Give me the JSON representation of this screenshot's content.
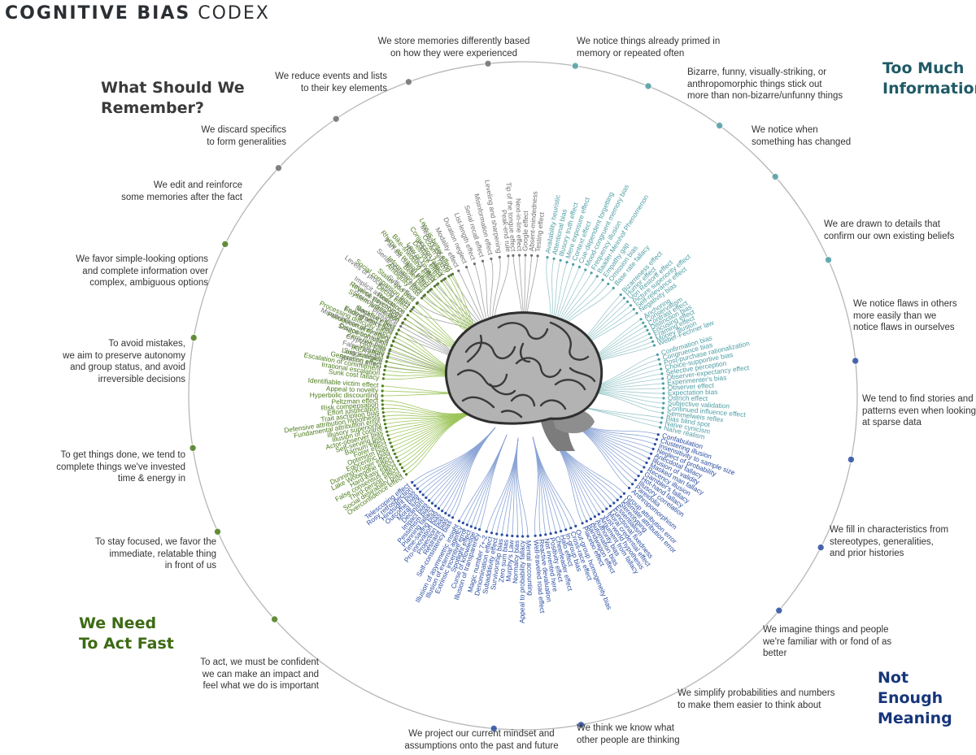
{
  "title": {
    "bold": "COGNITIVE BIAS",
    "light": "CODEX"
  },
  "quadrants": {
    "top_left": "What Should We\nRemember?",
    "top_right": "Too Much\nInformation",
    "bottom_left": "We Need\nTo Act Fast",
    "bottom_right": "Not Enough\nMeaning"
  },
  "colors": {
    "memory": "#6f7072",
    "information": "#4f9ea5",
    "meaning": "#2b4ea3",
    "act": "#4d7d1d",
    "act_branch": "#9dc55b",
    "memory_branch": "#a0a2a4",
    "info_branch": "#9cc9cc",
    "meaning_branch": "#8aa4d6"
  },
  "notes": [
    {
      "text": "We store memories differently based\non how they were experienced"
    },
    {
      "text": "We notice things already primed in\nmemory or repeated often"
    },
    {
      "text": "We reduce events and lists\nto their key elements"
    },
    {
      "text": "Bizarre, funny, visually-striking, or\nanthropomorphic things stick out\nmore than non-bizarre/unfunny things"
    },
    {
      "text": "We discard specifics\nto form generalities"
    },
    {
      "text": "We notice when\nsomething has changed"
    },
    {
      "text": "We edit and reinforce\nsome memories after the fact"
    },
    {
      "text": "We are drawn to details that\nconfirm our own existing beliefs"
    },
    {
      "text": "We favor simple-looking options\nand complete information over\ncomplex, ambiguous options"
    },
    {
      "text": "We notice flaws in others\nmore easily than we\nnotice flaws in ourselves"
    },
    {
      "text": "To avoid mistakes,\nwe aim to preserve autonomy\nand group status, and avoid\nirreversible decisions"
    },
    {
      "text": "We tend to find stories and\npatterns even when looking\nat sparse data"
    },
    {
      "text": "To get things done, we tend to\ncomplete things we've invested\ntime & energy in"
    },
    {
      "text": "We fill in characteristics from\nstereotypes, generalities,\nand prior histories"
    },
    {
      "text": "To stay focused, we favor the\nimmediate, relatable thing\nin front of us"
    },
    {
      "text": "We imagine things and people\nwe're familiar with or fond of as\nbetter"
    },
    {
      "text": "To act, we must be confident\nwe can make an impact and\nfeel what we do is important"
    },
    {
      "text": "We simplify probabilities and numbers\nto make them easier to think about"
    },
    {
      "text": "We project our current mindset and\nassumptions onto the past and future"
    },
    {
      "text": "We think we know what\nother people are thinking"
    }
  ],
  "groups": [
    {
      "color": "memory",
      "biases": [
        "Levels of processing effect",
        "Suffix effect",
        "Serial position effect",
        "Part-list cueing effect",
        "Recency effect",
        "Primacy effect",
        "Memory inhibition",
        "Modality effect",
        "Duration neglect",
        "List-length effect",
        "Serial recall effect",
        "Misinformation effect",
        "Leveling and sharpening",
        "Peak-end rule"
      ]
    },
    {
      "color": "memory",
      "biases": [
        "Tip of the tongue effect",
        "Next-in-line effect",
        "Google effect",
        "Absent-mindedness",
        "Testing effect"
      ]
    },
    {
      "color": "memory",
      "biases": [
        "Fading affect bias",
        "Negativity bias",
        "Prejudice",
        "Stereotypical bias",
        "Implicit stereotypes",
        "Implicit associations"
      ]
    },
    {
      "color": "memory",
      "biases": [
        "Spacing effect",
        "Suggestibility",
        "False memory",
        "Cryptomnesia",
        "Source confusion",
        "Misattribution of memory"
      ]
    },
    {
      "color": "information",
      "biases": [
        "Availability heuristic",
        "Attentional bias",
        "Illusory truth effect",
        "Mere exposure effect",
        "Context effect",
        "Cue-dependent forgetting",
        "Mood-congruent memory bias",
        "Frequency illusion",
        "Baader-Meinhof Phenomenon",
        "Empathy gap",
        "Omission bias",
        "Base rate fallacy"
      ]
    },
    {
      "color": "information",
      "biases": [
        "Bizarreness effect",
        "Humor effect",
        "Von Restorff effect",
        "Picture superiority effect",
        "Self-relevance effect",
        "Negativity bias"
      ]
    },
    {
      "color": "information",
      "biases": [
        "Anchoring",
        "Conservatism",
        "Contrast effect",
        "Distinction bias",
        "Focusing effect",
        "Framing effect",
        "Money illusion",
        "Weber-Fechner law"
      ]
    },
    {
      "color": "information",
      "biases": [
        "Confirmation bias",
        "Congruence bias",
        "Post-purchase rationalization",
        "Choice-supportive bias",
        "Selective perception",
        "Observer-expectancy effect",
        "Experimenter's bias",
        "Observer effect",
        "Expectation bias",
        "Ostrich effect",
        "Subjective validation",
        "Continued influence effect",
        "Semmelweis reflex"
      ]
    },
    {
      "color": "information",
      "biases": [
        "Bias blind spot",
        "Naïve cynicism",
        "Naïve realism"
      ]
    },
    {
      "color": "meaning",
      "biases": [
        "Confabulation",
        "Clustering illusion",
        "Insensitivity to sample size",
        "Neglect of probability",
        "Anecdotal fallacy",
        "Illusion of validity",
        "Masked man fallacy",
        "Recency illusion",
        "Gambler's fallacy",
        "Hot-hand fallacy",
        "Illusory correlation",
        "Pareidolia",
        "Anthropomorphism"
      ]
    },
    {
      "color": "meaning",
      "biases": [
        "Group attribution error",
        "Ultimate attribution error",
        "Stereotyping",
        "Essentialism",
        "Functional fixedness",
        "Moral credential effect",
        "Just-world hypothesis",
        "Argument from fallacy",
        "Authority bias",
        "Automation bias",
        "Bandwagon effect",
        "Placebo effect"
      ]
    },
    {
      "color": "meaning",
      "biases": [
        "Out-group homogeneity bias",
        "Cross-race effect",
        "In-group bias",
        "Halo effect",
        "Cheerleader effect",
        "Positivity effect",
        "Not invented here",
        "Reactive devaluation",
        "Well-traveled road effect"
      ]
    },
    {
      "color": "meaning",
      "biases": [
        "Mental accounting",
        "Appeal to probability fallacy",
        "Normalcy bias",
        "Murphy's Law",
        "Zero sum bias",
        "Survivorship bias",
        "Subadditivity effect",
        "Denomination effect",
        "Magic number 7+-2"
      ]
    },
    {
      "color": "meaning",
      "biases": [
        "Illusion of transparency",
        "Curse of knowledge",
        "Spotlight effect",
        "Extrinsic incentive error",
        "Illusion of external agency",
        "Illusion of asymmetric insight"
      ]
    },
    {
      "color": "meaning",
      "biases": [
        "Self-consistency bias",
        "Restraint bias",
        "Projection bias",
        "Pro-innovation bias",
        "Time-saving bias",
        "Planning fallacy",
        "Pessimism bias",
        "Impact bias",
        "Declinism",
        "Moral luck",
        "Outcome bias",
        "Hindsight bias",
        "Rosy retrospection",
        "Telescoping effect"
      ]
    },
    {
      "color": "act",
      "biases": [
        "Overconfidence effect",
        "Social desirability bias",
        "Third-person effect",
        "False consensus effect",
        "Hard-easy effect",
        "Lake Wobegone effect",
        "Dunning-Kruger effect",
        "Egocentric bias",
        "Optimism bias",
        "Forer effect",
        "Barnum effect",
        "Self-serving bias",
        "Actor-observer bias",
        "Illusion of control",
        "Illusory superiority",
        "Fundamental attribution error",
        "Defensive attribution hypothesis",
        "Trait ascription bias",
        "Effort justification",
        "Risk compensation",
        "Peltzman effect"
      ]
    },
    {
      "color": "act",
      "biases": [
        "Hyperbolic discounting",
        "Appeal to novelty",
        "Identifiable victim effect"
      ]
    },
    {
      "color": "act",
      "biases": [
        "Sunk cost fallacy",
        "Irrational escalation",
        "Escalation of commitment",
        "Generation effect",
        "Loss aversion",
        "IKEA effect",
        "Unit bias",
        "Zero-risk bias",
        "Disposition effect",
        "Pseudocertainty effect",
        "Processing difficulty effect",
        "Endowment effect",
        "Backfire effect"
      ]
    },
    {
      "color": "act",
      "biases": [
        "System justification",
        "Reverse psychology",
        "Reactance",
        "Decoy effect",
        "Social comparison bias",
        "Status quo bias"
      ]
    },
    {
      "color": "act",
      "biases": [
        "Ambiguity bias",
        "Information bias",
        "Belief bias",
        "Rhyme as reason effect",
        "Bike-shedding effect",
        "Law of Triviality",
        "Delmore effect",
        "Conjunction fallacy",
        "Occam's razor",
        "Less-is-better effect"
      ]
    }
  ]
}
